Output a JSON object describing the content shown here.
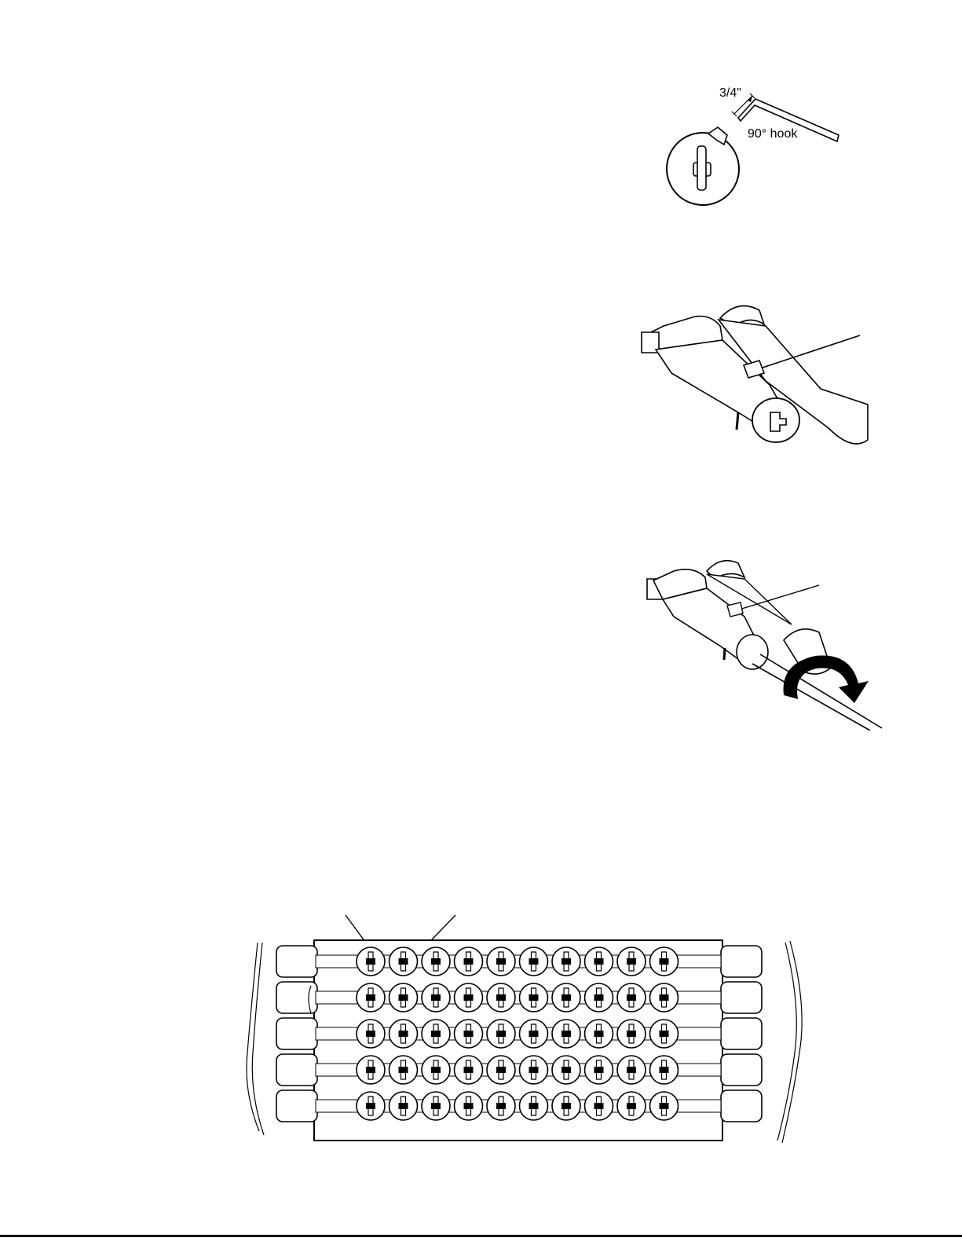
{
  "figures": {
    "hook_tool": {
      "dimension_label": "3/4\"",
      "hook_label": "90° hook"
    },
    "connector_insert": {},
    "connector_twist": {},
    "terminal_block": {
      "rows": 5,
      "columns": 10
    }
  }
}
